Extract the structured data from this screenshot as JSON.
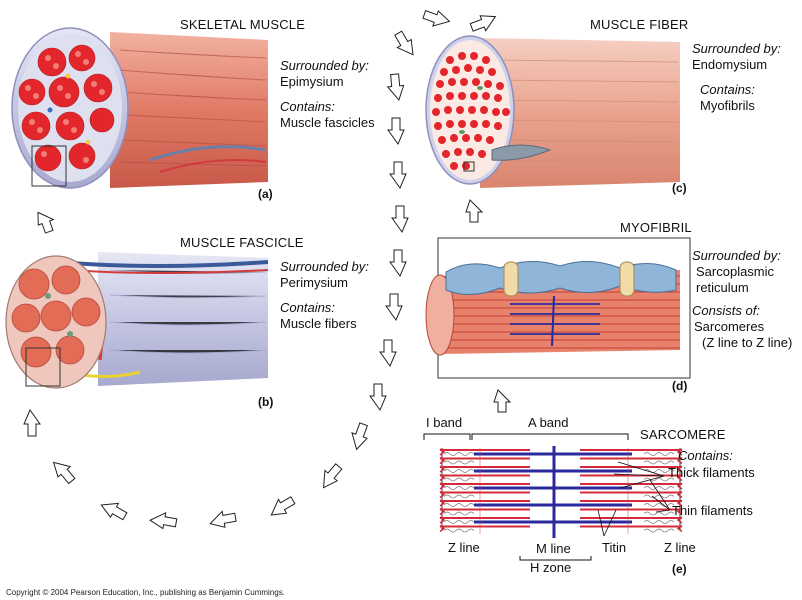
{
  "panel_a": {
    "title": "SKELETAL MUSCLE",
    "surrounded_label": "Surrounded by:",
    "surrounded_value": "Epimysium",
    "contains_label": "Contains:",
    "contains_value": "Muscle fascicles",
    "letter": "(a)"
  },
  "panel_b": {
    "title": "MUSCLE FASCICLE",
    "surrounded_label": "Surrounded by:",
    "surrounded_value": "Perimysium",
    "contains_label": "Contains:",
    "contains_value": "Muscle fibers",
    "letter": "(b)"
  },
  "panel_c": {
    "title": "MUSCLE FIBER",
    "surrounded_label": "Surrounded by:",
    "surrounded_value": "Endomysium",
    "contains_label": "Contains:",
    "contains_value": "Myofibrils",
    "letter": "(c)"
  },
  "panel_d": {
    "title": "MYOFIBRIL",
    "surrounded_label": "Surrounded by:",
    "surrounded_value_1": "Sarcoplasmic",
    "surrounded_value_2": "reticulum",
    "consists_label": "Consists of:",
    "consists_value_1": "Sarcomeres",
    "consists_value_2": "(Z line to Z line)",
    "letter": "(d)"
  },
  "panel_e": {
    "title": "SARCOMERE",
    "contains_label": "Contains:",
    "thick": "Thick filaments",
    "thin": "Thin filaments",
    "i_band": "I band",
    "a_band": "A band",
    "z_line_left": "Z line",
    "m_line": "M line",
    "h_zone": "H zone",
    "titin": "Titin",
    "z_line_right": "Z line",
    "letter": "(e)"
  },
  "copyright": "Copyright © 2004 Pearson Education, Inc., publishing as Benjamin Cummings.",
  "colors": {
    "muscle": "#e58a78",
    "fiber_red": "#e3262b",
    "thin_filament": "#d42a3a",
    "thick_filament": "#2a2a9e",
    "sheath": "#cfd2ea",
    "sr_blue": "#8fb6d8"
  }
}
